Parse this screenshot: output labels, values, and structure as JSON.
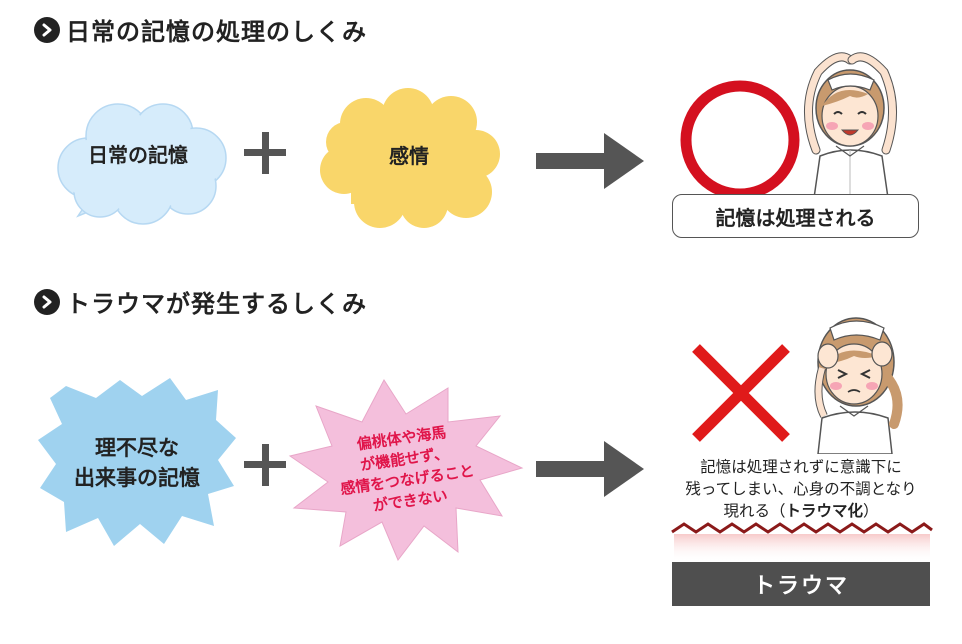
{
  "section1": {
    "title": "日常の記憶の処理のしくみ",
    "memory_label": "日常の記憶",
    "emotion_label": "感情",
    "result_label": "記憶は処理される"
  },
  "section2": {
    "title": "トラウマが発生するしくみ",
    "event_label_lines": [
      "理不尽な",
      "出来事の記憶"
    ],
    "burst_lines": [
      "偏桃体や海馬",
      "が機能せず、",
      "感情をつなげること",
      "ができない"
    ],
    "desc_line1": "記憶は処理されずに意識下に",
    "desc_line2": "残ってしまい、心身の不調となり",
    "desc_line3_prefix": "現れる（",
    "desc_line3_bold": "トラウマ化",
    "desc_line3_suffix": "）",
    "trauma_label": "トラウマ"
  },
  "colors": {
    "circle_red": "#d4101f",
    "cross_red": "#e01a1a",
    "cloud_blue": "#d6ecfb",
    "spiky_blue": "#9fd2ef",
    "blob_yellow": "#f9d66a",
    "burst_pink": "#f4bfdc",
    "burst_text": "#e0154a",
    "dark_gray": "#4f4f4f"
  },
  "icons": [
    "chevron-right-icon",
    "plus-icon",
    "arrow-right-icon",
    "circle-ok-icon",
    "cross-ng-icon",
    "nurse-happy-icon",
    "nurse-distressed-icon",
    "zigzag-line-icon"
  ]
}
